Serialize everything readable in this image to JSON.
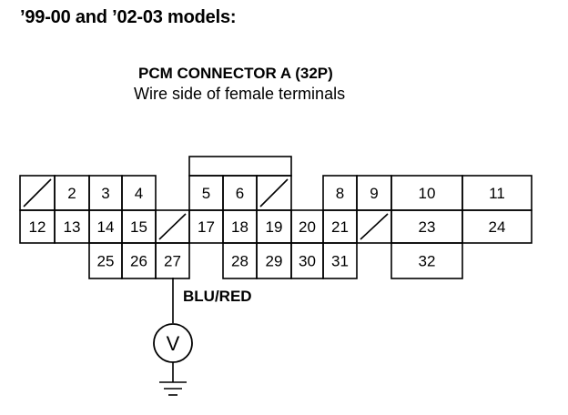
{
  "heading": "’99-00 and ’02-03 models:",
  "connector": {
    "title": "PCM CONNECTOR A (32P)",
    "subtitle": "Wire side of female terminals"
  },
  "wire": {
    "color_label": "BLU/RED",
    "terminal": "27"
  },
  "meter": {
    "symbol": "V"
  },
  "terminals": [
    {
      "id": "blank-r1-a",
      "label": ""
    },
    {
      "id": "t2",
      "label": "2"
    },
    {
      "id": "t3",
      "label": "3"
    },
    {
      "id": "t4",
      "label": "4"
    },
    {
      "id": "t5",
      "label": "5"
    },
    {
      "id": "t6",
      "label": "6"
    },
    {
      "id": "blank-r1-b",
      "label": ""
    },
    {
      "id": "t8",
      "label": "8"
    },
    {
      "id": "t9",
      "label": "9"
    },
    {
      "id": "t10",
      "label": "10"
    },
    {
      "id": "t11",
      "label": "11"
    },
    {
      "id": "t12",
      "label": "12"
    },
    {
      "id": "t13",
      "label": "13"
    },
    {
      "id": "t14",
      "label": "14"
    },
    {
      "id": "t15",
      "label": "15"
    },
    {
      "id": "blank-r2-a",
      "label": ""
    },
    {
      "id": "t17",
      "label": "17"
    },
    {
      "id": "t18",
      "label": "18"
    },
    {
      "id": "t19",
      "label": "19"
    },
    {
      "id": "t20",
      "label": "20"
    },
    {
      "id": "t21",
      "label": "21"
    },
    {
      "id": "blank-r2-b",
      "label": ""
    },
    {
      "id": "t23",
      "label": "23"
    },
    {
      "id": "t24",
      "label": "24"
    },
    {
      "id": "t25",
      "label": "25"
    },
    {
      "id": "t26",
      "label": "26"
    },
    {
      "id": "t27",
      "label": "27"
    },
    {
      "id": "t28",
      "label": "28"
    },
    {
      "id": "t29",
      "label": "29"
    },
    {
      "id": "t30",
      "label": "30"
    },
    {
      "id": "t31",
      "label": "31"
    },
    {
      "id": "t32",
      "label": "32"
    }
  ]
}
